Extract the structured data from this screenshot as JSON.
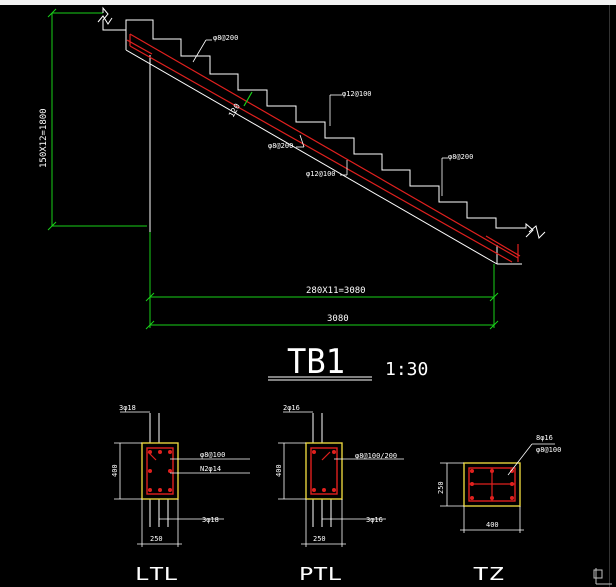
{
  "stair": {
    "height_dim": "150X12=1800",
    "run_dim": "280X11=3080",
    "total_dim": "3080",
    "slab_thickness": "120",
    "rebar_top_1": "φ8@200",
    "rebar_top_2": "φ12@100",
    "rebar_mid": "φ8@200",
    "rebar_bottom": "φ12@100",
    "rebar_right": "φ8@200"
  },
  "drawing_title": {
    "name": "TB1",
    "scale": "1:30"
  },
  "sections": [
    {
      "id": "LTL",
      "label": "LTL",
      "top_bars": "3φ18",
      "stirrups": "φ8@100",
      "side_bars": "N2φ14",
      "bottom_bars": "3φ18",
      "height": "400",
      "width": "250"
    },
    {
      "id": "PTL",
      "label": "PTL",
      "top_bars": "2φ16",
      "stirrups": "φ8@100/200",
      "bottom_bars": "3φ16",
      "height": "400",
      "width": "250"
    },
    {
      "id": "TZ",
      "label": "TZ",
      "main_bars": "8φ16",
      "stirrups": "φ8@100",
      "height": "250",
      "width": "400"
    }
  ],
  "colors": {
    "background": "#000000",
    "dimension": "#19d119",
    "outline": "#ffffff",
    "rebar": "#e0201e",
    "concrete": "#e6d23c",
    "text": "#ffffff"
  }
}
